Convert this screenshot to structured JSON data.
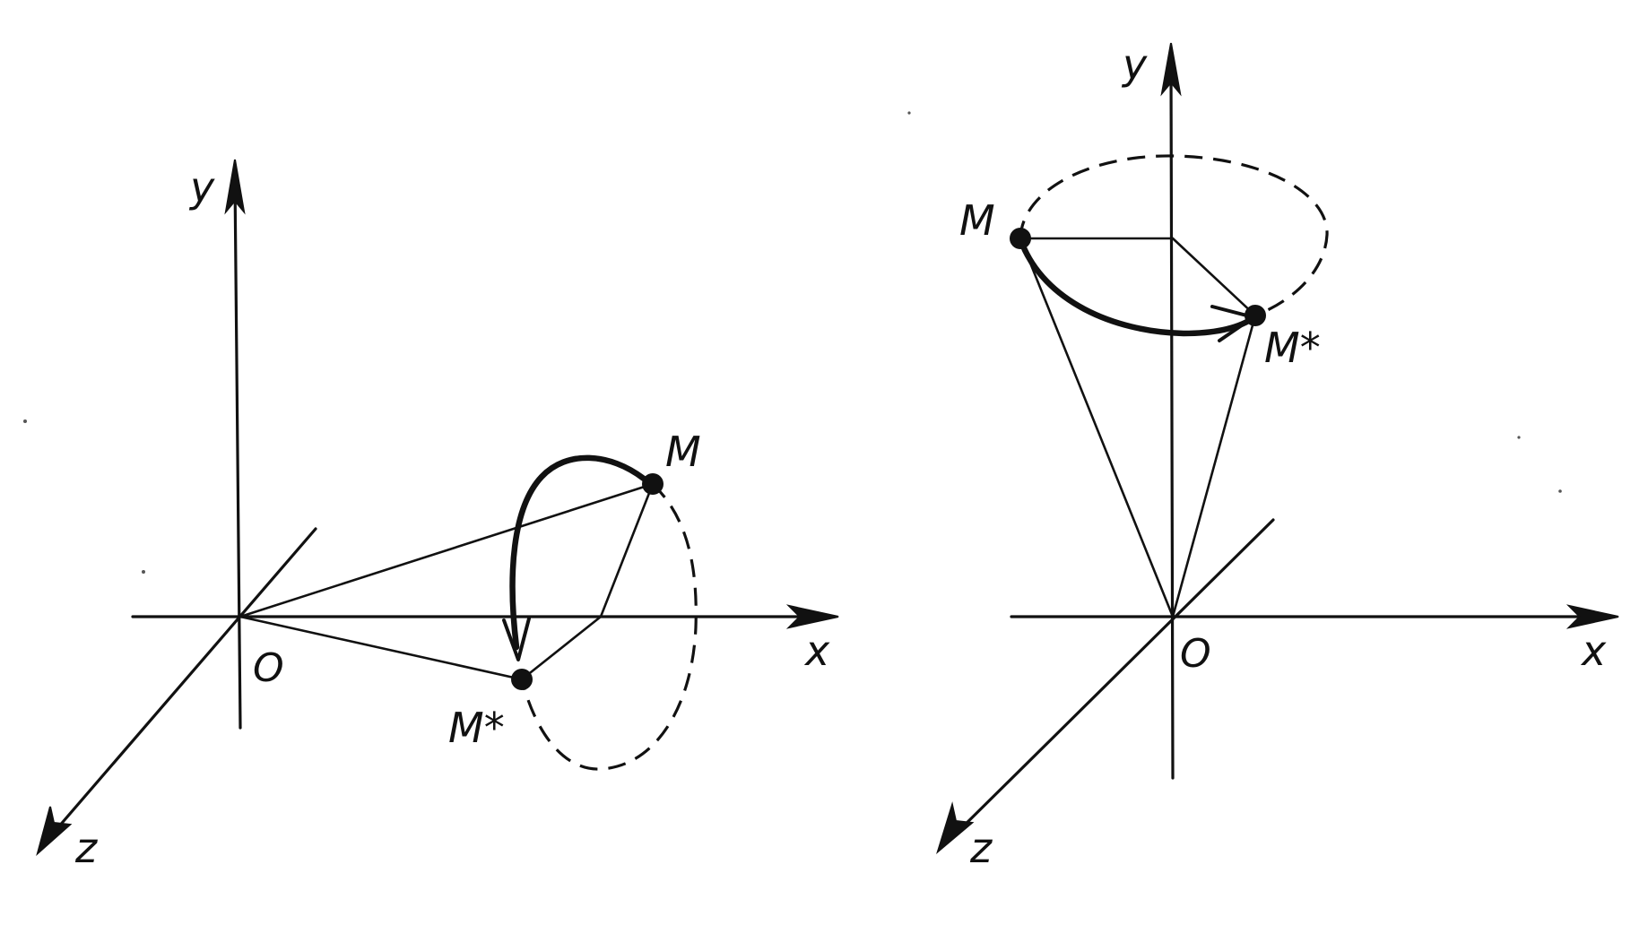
{
  "panels": [
    {
      "id": "left",
      "labels": {
        "x": "x",
        "y": "y",
        "z": "z",
        "origin": "O",
        "point": "M",
        "rotated_point": "M*"
      }
    },
    {
      "id": "right",
      "labels": {
        "x": "x",
        "y": "y",
        "z": "z",
        "origin": "O",
        "point": "M",
        "rotated_point": "M*"
      }
    }
  ]
}
